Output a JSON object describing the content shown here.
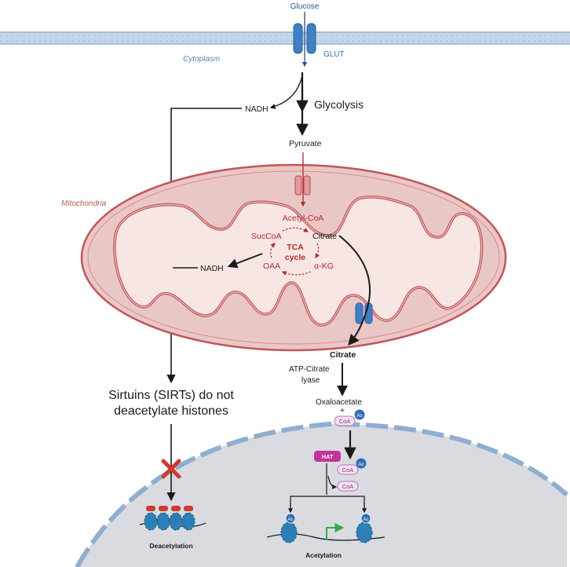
{
  "labels": {
    "glucose": "Glucose",
    "glut": "GLUT",
    "cytoplasm": "Cytoplasm",
    "nadh_top": "NADH",
    "glycolysis": "Glycolysis",
    "pyruvate": "Pyruvate",
    "mitochondria": "Mitochondria",
    "acetyl_coa": "Acetyl-CoA",
    "succoa": "SucCoA",
    "citrate_inner": "Citrate",
    "tca_line1": "TCA",
    "tca_line2": "cycle",
    "oaa": "OAA",
    "akg": "α-KG",
    "nadh_mito": "NADH",
    "citrate_out": "Citrate",
    "acl_line1": "ATP-Citrate",
    "acl_line2": "lyase",
    "oxaloacetate": "Oxaloacetate",
    "plus": "+",
    "coa1": "CoA",
    "ac1": "Ac",
    "hat": "HAT",
    "coa2": "CoA",
    "ac2": "Ac",
    "coa3": "CoA",
    "sirt_line1": "Sirtuins (SIRTs) do not",
    "sirt_line2": "deacetylate histones",
    "ac_hist_left": "Ac",
    "ac_hist_right": "Ac",
    "deacetylation": "Deacetylation",
    "acetylation": "Acetylation"
  },
  "colors": {
    "membrane": "#c5d8ea",
    "membrane_line": "#8fb3d1",
    "transporter": "#3f7fc4",
    "mito_outer": "#e9c7c6",
    "mito_stroke": "#c0575a",
    "mito_inner_fill": "#f7e6e4",
    "tca_red": "#b32a2a",
    "nucleus_fill": "#d9dbe0",
    "nucleus_line": "#8faed0",
    "histone": "#2d7fb5",
    "hat": "#c2349a",
    "coa_fill": "#f3e1f1",
    "coa_stroke": "#b07ab0",
    "ac_fill": "#2f6fb5",
    "red_x": "#cc3b2f",
    "promoter_green": "#3aa845"
  }
}
